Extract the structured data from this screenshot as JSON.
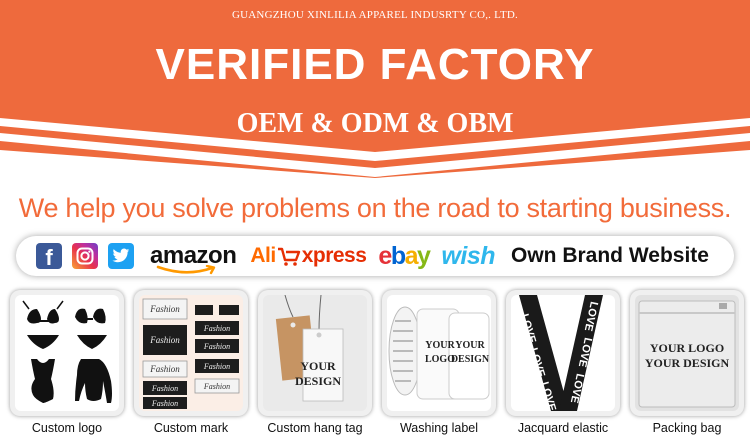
{
  "banner": {
    "company": "GUANGZHOU XINLILIA APPAREL INDUSRTY CO,. LTD.",
    "headline": "VERIFIED FACTORY",
    "subheadline": "OEM & ODM & OBM",
    "colors": {
      "orange": "#ee6a3d",
      "white": "#ffffff"
    }
  },
  "tagline": "We help you solve problems on the road to starting business.",
  "platforms": {
    "facebook_icon": "facebook-icon",
    "instagram_icon": "instagram-icon",
    "twitter_icon": "twitter-icon",
    "amazon": "amazon",
    "aliexpress_a": "Ali",
    "aliexpress_b": "xpress",
    "ebay": {
      "e": "e",
      "b": "b",
      "a": "a",
      "y": "y"
    },
    "wish": "wish",
    "own_brand": "Own Brand Website"
  },
  "products": [
    {
      "caption": "Custom logo",
      "icon": "swimwear-icon"
    },
    {
      "caption": "Custom mark",
      "labels": [
        "Fashion",
        "Fashion",
        "Fashion",
        "Fashion",
        "Fashion",
        "Fashion",
        "Fashion",
        "Fashion",
        "Fashion"
      ]
    },
    {
      "caption": "Custom hang tag",
      "design_text": "YOUR DESIGN"
    },
    {
      "caption": "Washing label",
      "roll_text_a": "YOUR LOGO",
      "roll_text_b": "YOUR DESIGN"
    },
    {
      "caption": "Jacquard elastic",
      "band_text": "LOVE"
    },
    {
      "caption": "Packing bag",
      "line1": "YOUR LOGO",
      "line2": "YOUR DESIGN"
    }
  ]
}
